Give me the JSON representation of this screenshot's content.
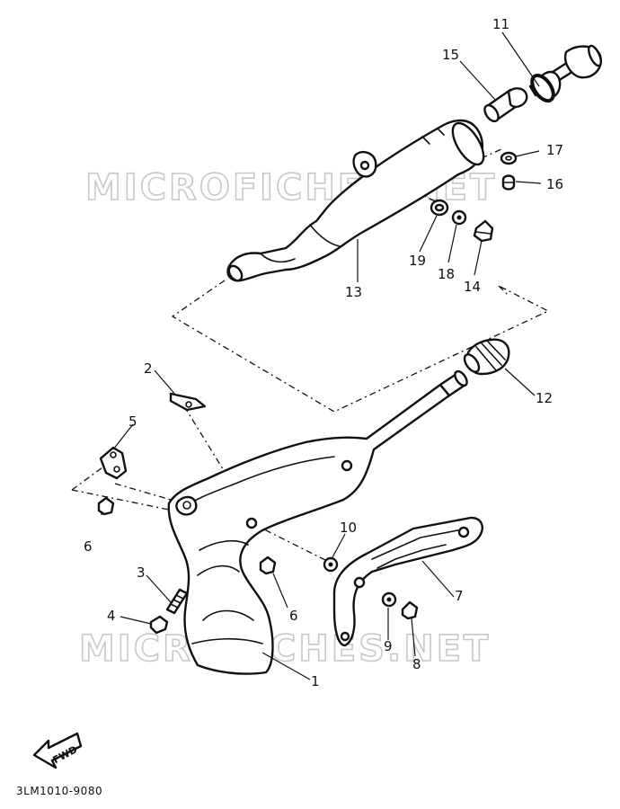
{
  "watermark": "MICROFICHES.NET",
  "drawing_code": "3LM1010-9080",
  "direction_label": "FWD",
  "callouts": {
    "c1": "1",
    "c2": "2",
    "c3": "3",
    "c4": "4",
    "c5": "5",
    "c6a": "6",
    "c6b": "6",
    "c7": "7",
    "c8": "8",
    "c9": "9",
    "c10": "10",
    "c11": "11",
    "c12": "12",
    "c13": "13",
    "c14": "14",
    "c15": "15",
    "c16": "16",
    "c17": "17",
    "c18": "18",
    "c19": "19"
  }
}
